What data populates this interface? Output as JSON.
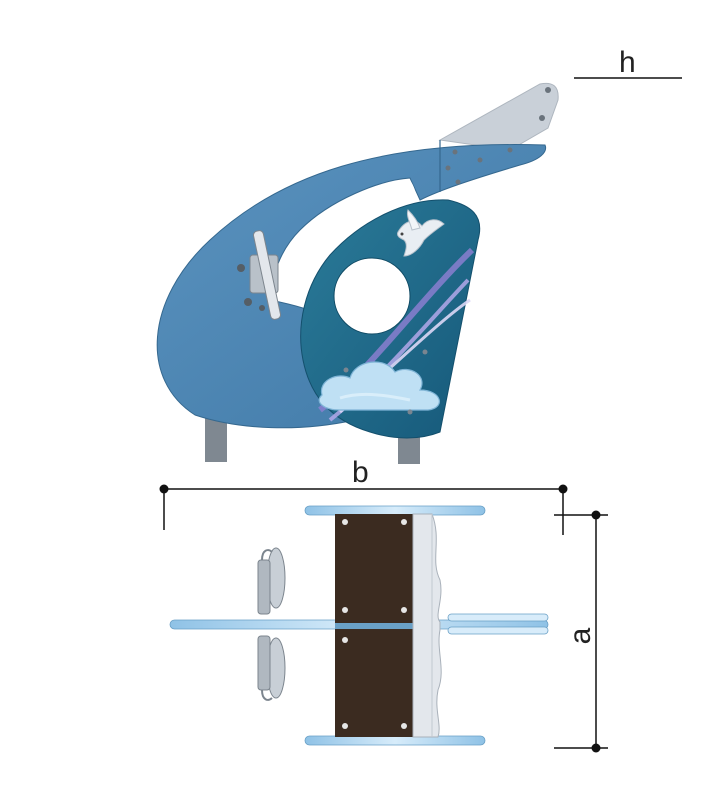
{
  "dimensions": {
    "height_label": "h",
    "width_label": "b",
    "depth_label": "a"
  },
  "colors": {
    "body_blue": "#4d86b3",
    "panel_teal": "#1f6c8c",
    "wing_gray": "#c7ced6",
    "post_gray": "#8a939c",
    "seat_brown": "#3a2a1f",
    "dim_line": "#111111"
  },
  "icons": [
    "bird-icon",
    "cloud-icon",
    "steering-handle-icon"
  ]
}
